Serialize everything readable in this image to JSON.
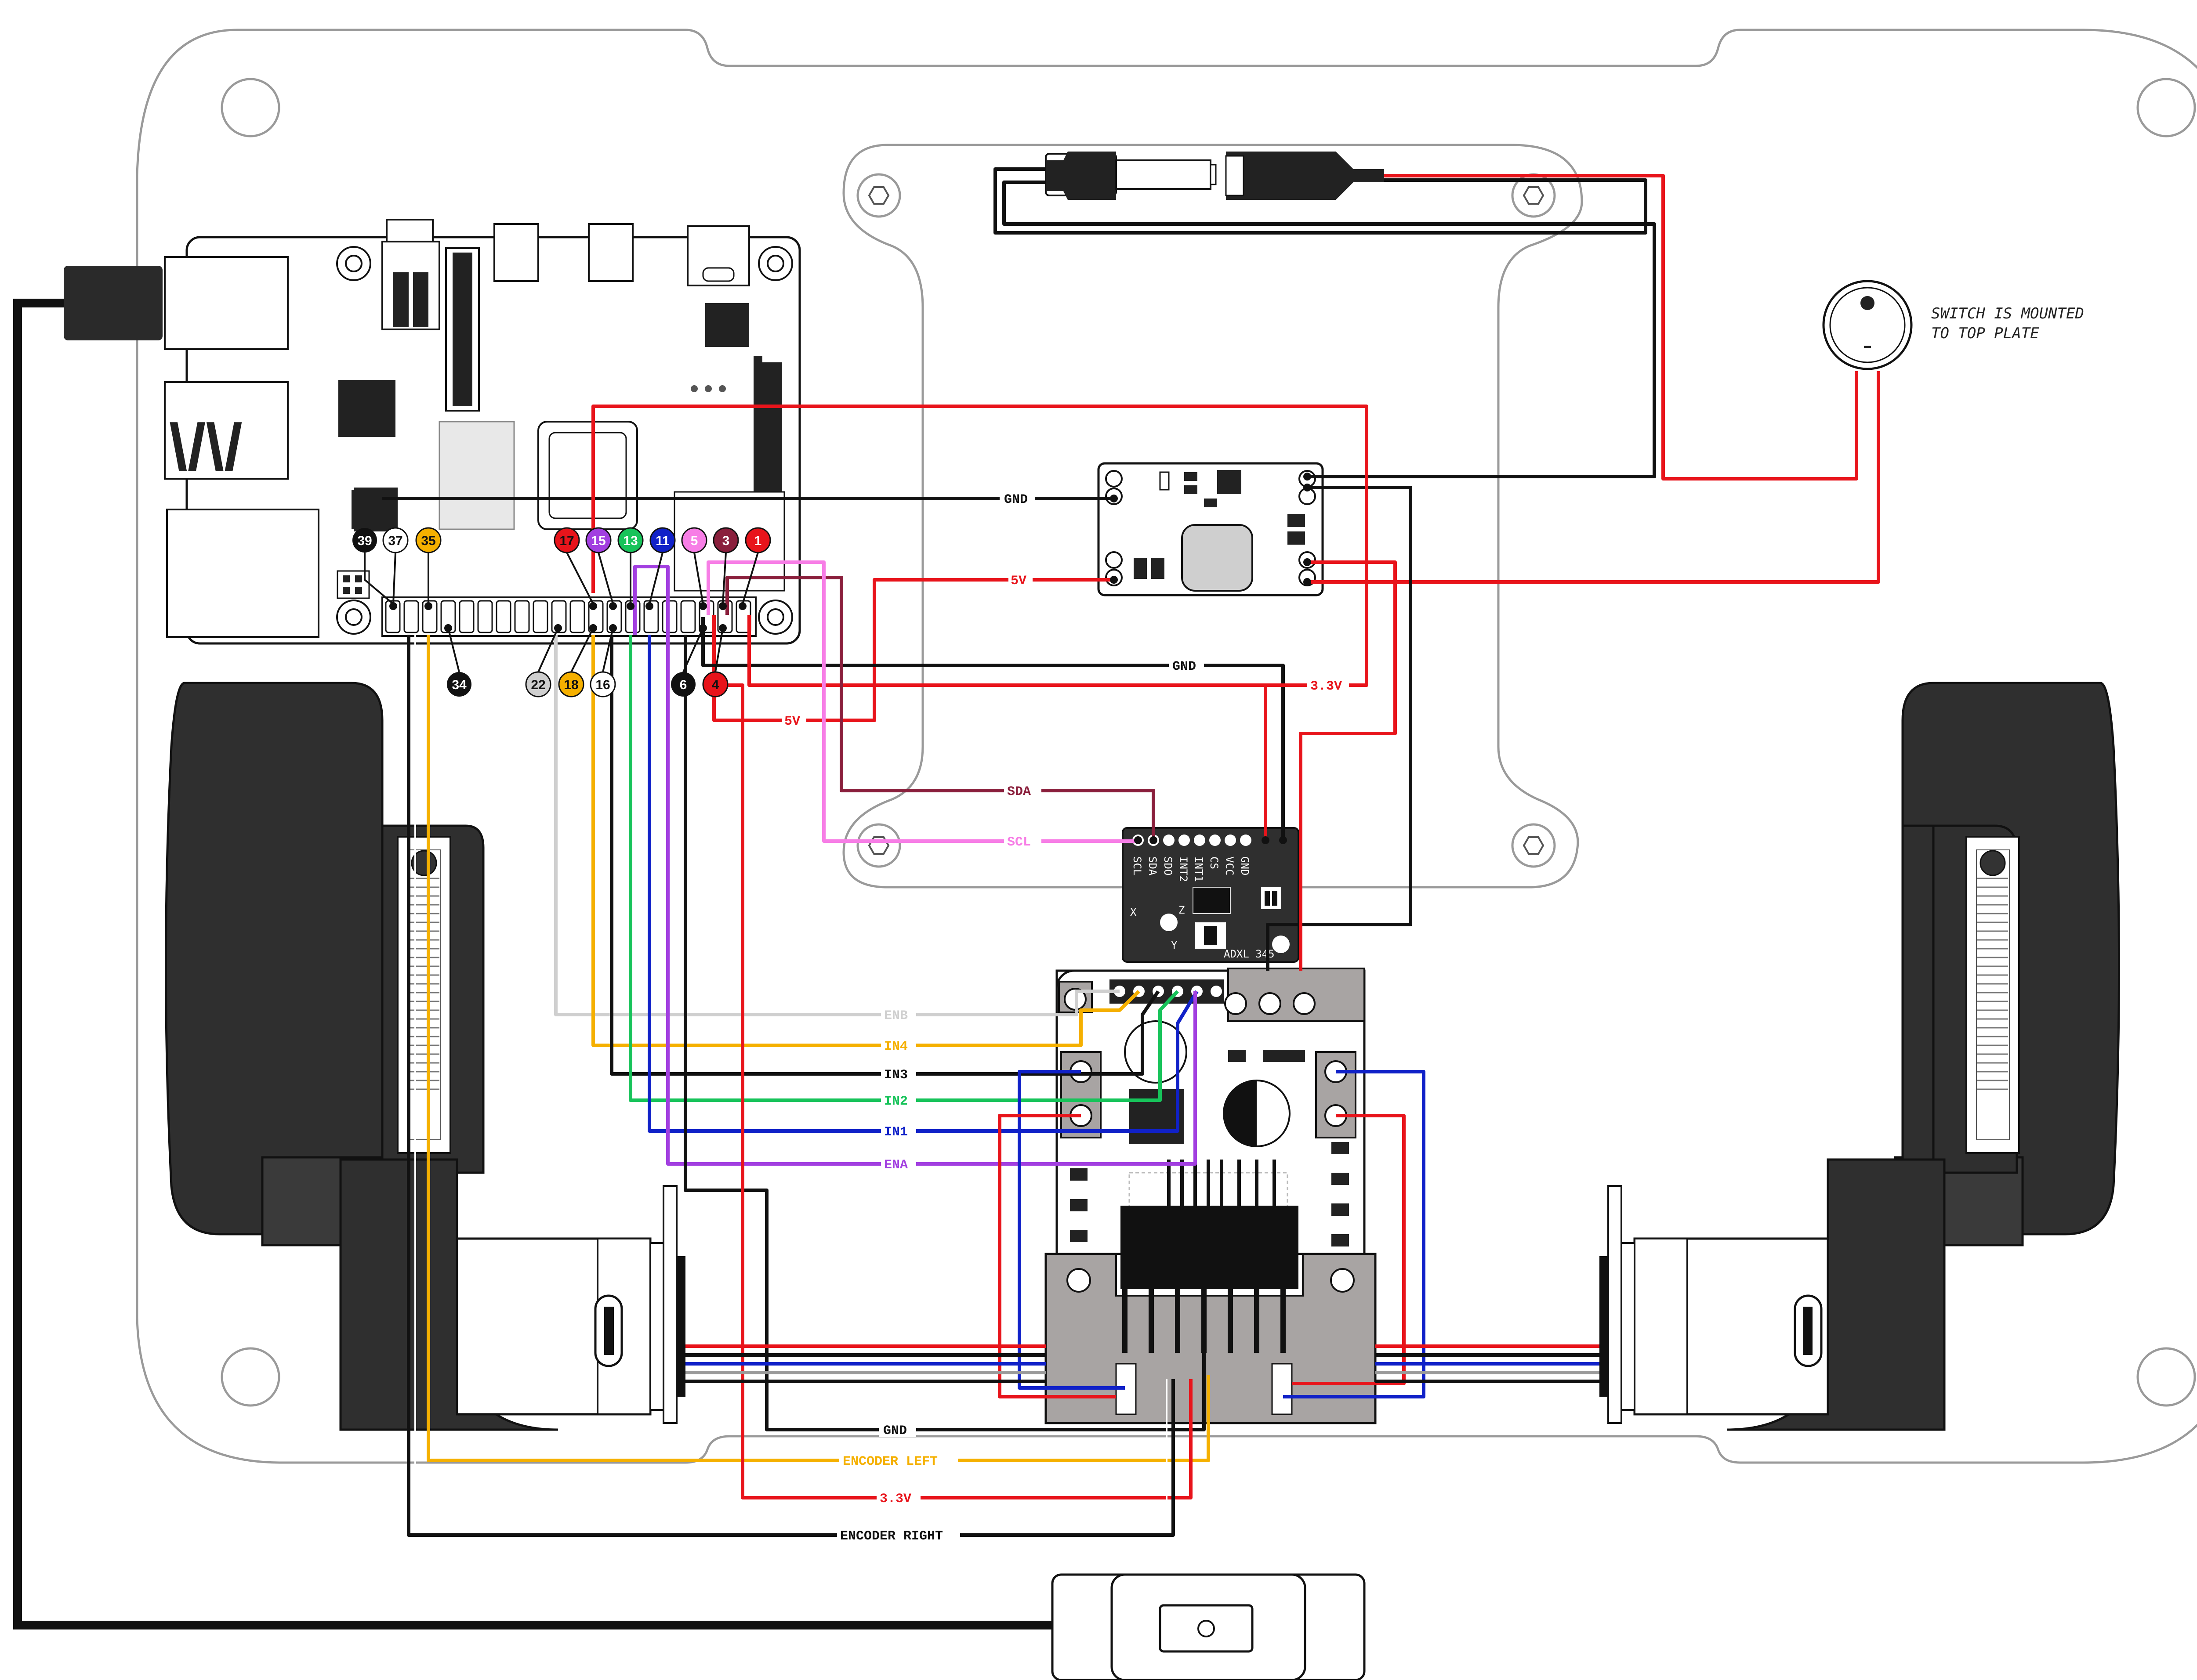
{
  "note": {
    "line1": "SWITCH IS MOUNTED",
    "line2": "TO TOP PLATE"
  },
  "wire_labels": {
    "gnd_top": "GND",
    "v5_top": "5V",
    "gnd_mid": "GND",
    "v33_mid": "3.3V",
    "v5_mid": "5V",
    "sda": "SDA",
    "scl": "SCL",
    "enb": "ENB",
    "in4": "IN4",
    "in3": "IN3",
    "in2": "IN2",
    "in1": "IN1",
    "ena": "ENA",
    "gnd_bottom": "GND",
    "encoder_left": "ENCODER LEFT",
    "v33_bottom": "3.3V",
    "encoder_right": "ENCODER RIGHT"
  },
  "pins_top": [
    "39",
    "37",
    "35",
    "17",
    "15",
    "13",
    "11",
    "5",
    "3",
    "1"
  ],
  "pins_bottom": [
    "34",
    "22",
    "18",
    "16",
    "6",
    "4"
  ],
  "imu": {
    "pins": [
      "SCL",
      "SDA",
      "SDO",
      "INT2",
      "INT1",
      "CS",
      "VCC",
      "GND"
    ],
    "name": "ADXL 345",
    "axis_x": "X",
    "axis_y": "Y",
    "axis_z": "Z"
  },
  "colors": {
    "red": "#e8141b",
    "black": "#111111",
    "orange": "#f5b000",
    "green": "#17c35a",
    "blue": "#1021c8",
    "purple": "#a23fe0",
    "pink": "#f77ee6",
    "maroon": "#8a1f3c",
    "gray": "#cfcfcf",
    "outline": "#9a9a9a"
  }
}
